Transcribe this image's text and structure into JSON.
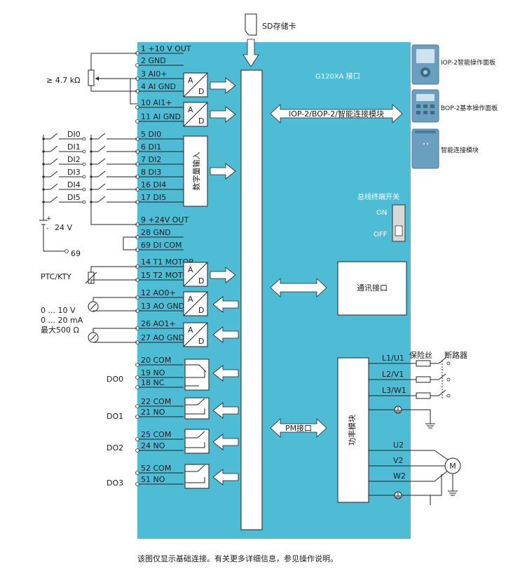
{
  "colors": {
    "panel": "#4fbcd6",
    "line": "#222222",
    "white": "#ffffff",
    "device": "#6a9fbf"
  },
  "sd_card": "SD存储卡",
  "interface_title": "G120XA 接口",
  "left_labels": {
    "pot": "≥ 4.7 kΩ",
    "di": [
      "DI0",
      "DI1",
      "DI2",
      "DI3",
      "DI4",
      "DI5"
    ],
    "supply": "24 V",
    "supply_ref": "69",
    "ptc": "PTC/KTY",
    "ao_range": [
      "0 ... 10 V",
      "0 ... 20 mA",
      "最大500 Ω"
    ],
    "do": [
      "DO0",
      "DO1",
      "DO2",
      "DO3"
    ]
  },
  "terminals": [
    {
      "n": "1",
      "t": "+10 V OUT"
    },
    {
      "n": "2",
      "t": "GND"
    },
    {
      "n": "3",
      "t": "AI0+"
    },
    {
      "n": "4",
      "t": "AI GND"
    },
    {
      "n": "10",
      "t": "AI1+"
    },
    {
      "n": "11",
      "t": "AI GND"
    },
    {
      "n": "5",
      "t": "DI0"
    },
    {
      "n": "6",
      "t": "DI1"
    },
    {
      "n": "7",
      "t": "DI2"
    },
    {
      "n": "8",
      "t": "DI3"
    },
    {
      "n": "16",
      "t": "DI4"
    },
    {
      "n": "17",
      "t": "DI5"
    },
    {
      "n": "9",
      "t": "+24V OUT"
    },
    {
      "n": "28",
      "t": "GND"
    },
    {
      "n": "69",
      "t": "DI COM"
    },
    {
      "n": "14",
      "t": "T1 MOTOR"
    },
    {
      "n": "15",
      "t": "T2 MOTOR"
    },
    {
      "n": "12",
      "t": "AO0+"
    },
    {
      "n": "13",
      "t": "AO GND"
    },
    {
      "n": "26",
      "t": "AO1+"
    },
    {
      "n": "27",
      "t": "AO GND"
    },
    {
      "n": "20",
      "t": "COM"
    },
    {
      "n": "19",
      "t": "NO"
    },
    {
      "n": "18",
      "t": "NC"
    },
    {
      "n": "22",
      "t": "COM"
    },
    {
      "n": "21",
      "t": "NO"
    },
    {
      "n": "25",
      "t": "COM"
    },
    {
      "n": "24",
      "t": "NO"
    },
    {
      "n": "52",
      "t": "COM"
    },
    {
      "n": "51",
      "t": "NO"
    }
  ],
  "ad_converter": {
    "a": "A",
    "d": "D"
  },
  "digital_input_block": "数字量输入",
  "iop_link": "IOP-2/BOP-2/智能连接模块",
  "devices": [
    "IOP-2智能操作面板",
    "BOP-2基本操作面板",
    "智能连接模块"
  ],
  "bus_switch": {
    "title": "总线终端开关",
    "on": "ON",
    "off": "OFF"
  },
  "comm": "通讯接口",
  "pm": "PM接口",
  "power_module": "功率模块",
  "power_in": [
    "L1/U1",
    "L2/V1",
    "L3/W1"
  ],
  "power_out": [
    "U2",
    "V2",
    "W2"
  ],
  "fuse": "保险丝",
  "breaker": "断路器",
  "motor": "M",
  "footer": "该图仅显示基础连接。有关更多详细信息，参见操作说明。"
}
